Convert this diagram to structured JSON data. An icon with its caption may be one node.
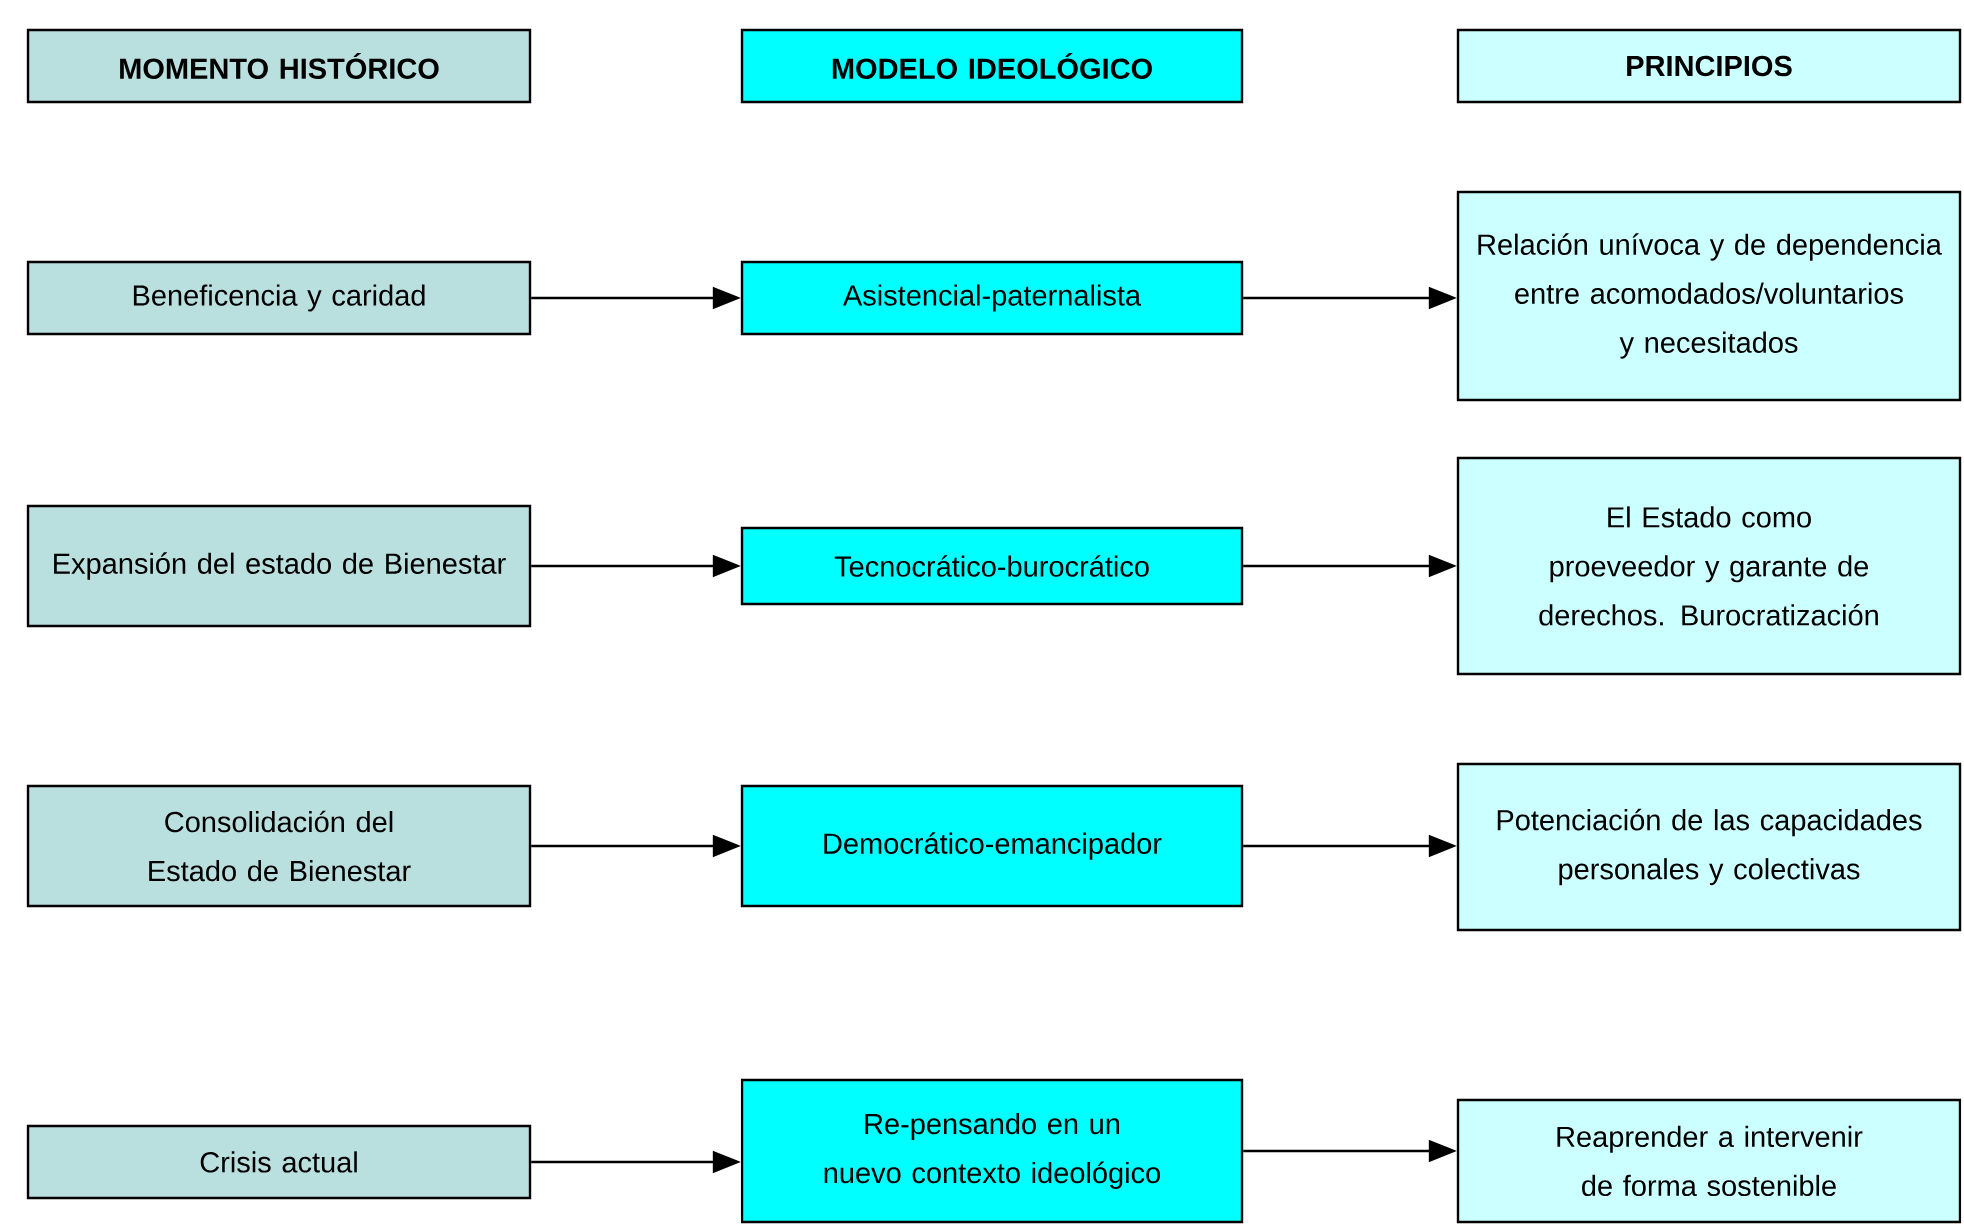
{
  "diagram": {
    "nodes": [
      {
        "text": [
          "MOMENTO HISTÓRICO"
        ]
      },
      {
        "text": [
          "MODELO IDEOLÓGICO"
        ]
      },
      {
        "text": [
          "PRINCIPIOS"
        ]
      },
      {
        "text": [
          "Beneficencia y caridad"
        ]
      },
      {
        "text": [
          "Asistencial-paternalista"
        ]
      },
      {
        "text": [
          "Relación unívoca y de dependencia entre acomodados/voluntarios y necesitados"
        ]
      },
      {
        "text": [
          "Expansión del estado de Bienestar"
        ]
      },
      {
        "text": [
          "Tecnocrático-burocrático"
        ]
      },
      {
        "text": [
          "El Estado como proeveedor y garante de derechos. Burocratización"
        ]
      },
      {
        "text": [
          "Consolidación del Estado de Bienestar"
        ]
      },
      {
        "text": [
          "Democrático-emancipador"
        ]
      },
      {
        "text": [
          "Potenciación de las capacidades personales y colectivas"
        ]
      },
      {
        "text": [
          "Crisis actual"
        ]
      },
      {
        "text": [
          "Re-pensando en un nuevo contexto ideológico"
        ]
      },
      {
        "text": [
          "Reaprender a intervenir de forma sostenible"
        ]
      }
    ],
    "edges": [
      {
        "from": 3,
        "to": 4,
        "arrow": "to"
      },
      {
        "from": 4,
        "to": 5,
        "arrow": "to"
      },
      {
        "from": 6,
        "to": 7,
        "arrow": "to"
      },
      {
        "from": 7,
        "to": 8,
        "arrow": "to"
      },
      {
        "from": 9,
        "to": 10,
        "arrow": "to"
      },
      {
        "from": 10,
        "to": 11,
        "arrow": "to"
      },
      {
        "from": 12,
        "to": 13,
        "arrow": "to"
      },
      {
        "from": 13,
        "to": 14,
        "arrow": "to"
      }
    ]
  }
}
